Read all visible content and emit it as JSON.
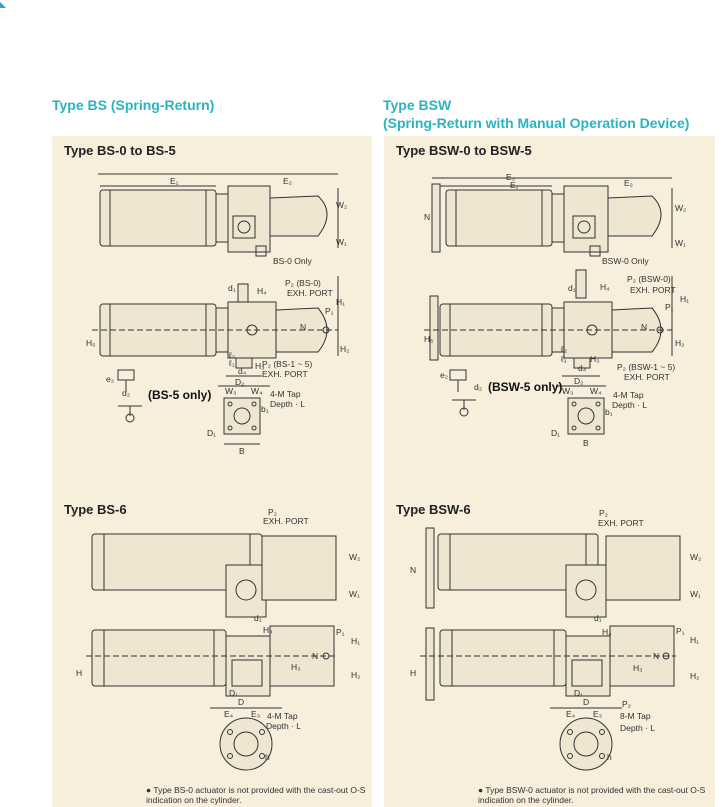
{
  "corner_mark": "◣",
  "left": {
    "section_title": "Type BS (Spring-Return)",
    "upper": {
      "heading": "Type BS-0 to BS-5",
      "top_view": {
        "e1": "E₁",
        "e2": "E₂",
        "w2": "W₂",
        "w1": "W₁",
        "note": "BS-0 Only"
      },
      "side_view": {
        "d1": "d₁",
        "h4": "H₄",
        "p2": "P₂ (BS-0)",
        "exh1": "EXH. PORT",
        "h1": "H₁",
        "p1": "P₁",
        "n": "N",
        "h2": "H₂",
        "h5": "H₅",
        "h3": "H₃",
        "d4": "d₄",
        "d2": "D₂",
        "p2b": "P₂ (BS-1 ~ 5)",
        "exh2": "EXH. PORT",
        "w3": "W₃",
        "w4": "W₄",
        "l2": "ℓ₂",
        "l1": "ℓ₁",
        "e2s": "e₂",
        "d2s": "d₂",
        "bs5note": "(BS-5 only)"
      },
      "flange": {
        "tap": "4-M Tap",
        "depth": "Depth · L",
        "b1": "b₁",
        "d1": "D₁",
        "b": "B"
      }
    },
    "lower": {
      "heading": "Type BS-6",
      "top_view": {
        "p2": "P₂",
        "exh": "EXH. PORT",
        "w2": "W₂",
        "w1": "W₁"
      },
      "side_view": {
        "d1": "d₁",
        "h4": "H₄",
        "p1": "P₁",
        "h1": "H₁",
        "h2": "H₂",
        "h3": "H₃",
        "h": "H",
        "n": "N",
        "d1b": "D₁",
        "d": "D",
        "e4": "E₄",
        "e3": "E₃"
      },
      "flange": {
        "tap": "4-M Tap",
        "depth": "Depth · L",
        "h": "h"
      },
      "footnote": "● Type BS-0 actuator is not provided with the cast-out O-S indication on the cylinder."
    }
  },
  "right": {
    "section_title_1": "Type BSW",
    "section_title_2": "(Spring-Return with Manual Operation Device)",
    "upper": {
      "heading": "Type BSW-0 to BSW-5",
      "top_view": {
        "e3": "E₃",
        "e1": "E₁",
        "e2": "E₂",
        "w2": "W₂",
        "w1": "W₁",
        "n": "N",
        "note": "BSW-0 Only"
      },
      "side_view": {
        "d1": "d₁",
        "h4": "H₄",
        "p2": "P₂ (BSW-0)",
        "exh1": "EXH. PORT",
        "h1": "H₁",
        "p1": "P₁",
        "n": "N",
        "h2": "H₂",
        "h5": "H₅",
        "h3": "H₃",
        "d4": "d₄",
        "d2": "D₂",
        "p2b": "P₂ (BSW-1 ~ 5)",
        "exh2": "EXH. PORT",
        "w3": "W₃",
        "w4": "W₄",
        "l2": "ℓ₂",
        "l1": "ℓ₁",
        "e2s": "e₂",
        "d2s": "d₂",
        "bsw5note": "(BSW-5 only)"
      },
      "flange": {
        "tap": "4-M Tap",
        "depth": "Depth · L",
        "b1": "b₁",
        "d1": "D₁",
        "b": "B"
      }
    },
    "lower": {
      "heading": "Type BSW-6",
      "top_view": {
        "p2": "P₂",
        "exh": "EXH. PORT",
        "w2": "W₂",
        "w1": "W₁",
        "n": "N"
      },
      "side_view": {
        "d1": "d₁",
        "h4": "H₄",
        "p1": "P₁",
        "h1": "H₁",
        "h2": "H₂",
        "h3": "H₃",
        "h": "H",
        "n": "N",
        "d1b": "D₁",
        "d": "D",
        "e4": "E₄",
        "e3": "E₃",
        "p2": "P₂"
      },
      "flange": {
        "tap": "8-M Tap",
        "depth": "Depth · L",
        "h": "h"
      },
      "footnote": "● Type BSW-0 actuator is not provided with the cast-out O-S indication on the cylinder."
    }
  }
}
